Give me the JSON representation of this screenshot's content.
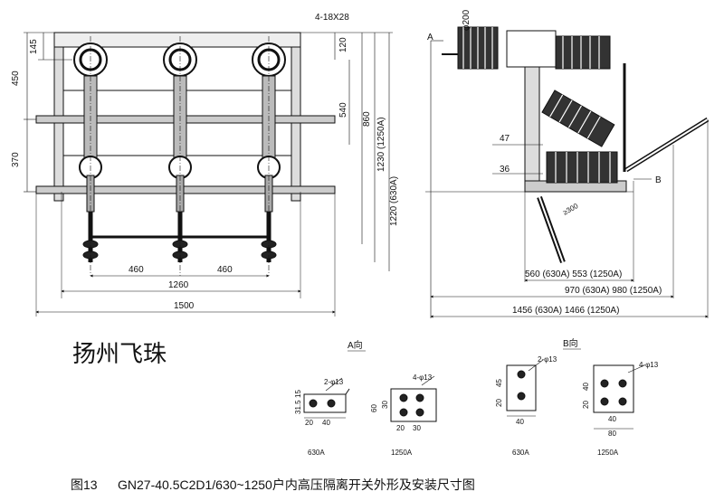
{
  "brand": "扬州飞珠",
  "caption": {
    "fig": "图13",
    "text": "GN27-40.5C2D1/630~1250户内高压隔离开关外形及安装尺寸图"
  },
  "front_view": {
    "dims": {
      "d145": "145",
      "d450": "450",
      "d370": "370",
      "d120": "120",
      "d540": "540",
      "d860": "860",
      "d1230": "1230 (1250A)",
      "d1220": "1220 (630A)",
      "holes": "4-18X28",
      "d460a": "460",
      "d460b": "460",
      "d1260": "1260",
      "d1500": "1500"
    }
  },
  "side_view": {
    "dims": {
      "phi200": "φ200",
      "labelA": "A",
      "labelB": "B",
      "d47": "47",
      "d36": "36",
      "d300": "≥300",
      "d560": "560 (630A) 553 (1250A)",
      "d970": "970 (630A) 980 (1250A)",
      "d1456": "1456 (630A) 1466 (1250A)"
    }
  },
  "detail_a": {
    "heading": "A向",
    "left": {
      "holes": "2-φ13",
      "d31": "31.5",
      "d15": "15",
      "d20": "20",
      "d40": "40",
      "rating": "630A"
    },
    "right": {
      "holes": "4-φ13",
      "d60": "60",
      "d30": "30",
      "d20": "20",
      "d30b": "30",
      "rating": "1250A"
    }
  },
  "detail_b": {
    "heading": "B向",
    "left": {
      "holes": "2-φ13",
      "d20": "20",
      "d45": "45",
      "d40": "40",
      "rating": "630A"
    },
    "right": {
      "holes": "4-φ13",
      "d20": "20",
      "d40": "40",
      "d40b": "40",
      "d80": "80",
      "rating": "1250A"
    }
  }
}
